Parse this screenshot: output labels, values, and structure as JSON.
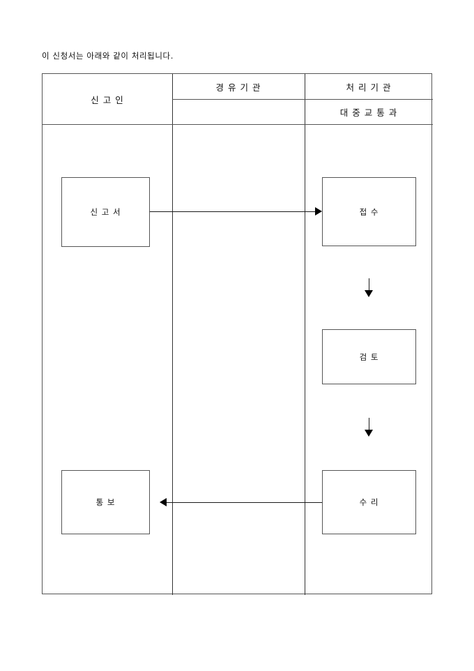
{
  "document": {
    "caption": "이 신청서는 아래와 같이 처리됩니다."
  },
  "table": {
    "headers": {
      "declarant": "신    고    인",
      "transit_agency": "경  유  기  관",
      "processing_agency": "처   리   기   관",
      "department": "대  중  교  통  과"
    }
  },
  "flow": {
    "boxes": [
      {
        "id": "declaration",
        "label": "신    고    서",
        "column": "declarant"
      },
      {
        "id": "receipt",
        "label": "접          수",
        "column": "processing_agency"
      },
      {
        "id": "review",
        "label": "검          토",
        "column": "processing_agency"
      },
      {
        "id": "approval",
        "label": "수          리",
        "column": "processing_agency"
      },
      {
        "id": "notice",
        "label": "통          보",
        "column": "declarant"
      }
    ],
    "connectors": [
      {
        "id": "declaration-to-receipt",
        "direction": "right"
      },
      {
        "id": "receipt-to-review",
        "direction": "down"
      },
      {
        "id": "review-to-approval",
        "direction": "down"
      },
      {
        "id": "approval-to-notice",
        "direction": "left"
      }
    ]
  },
  "colors": {
    "border": "#555555",
    "divider": "#333333",
    "arrow": "#000000",
    "text": "#111111",
    "background": "#ffffff"
  }
}
